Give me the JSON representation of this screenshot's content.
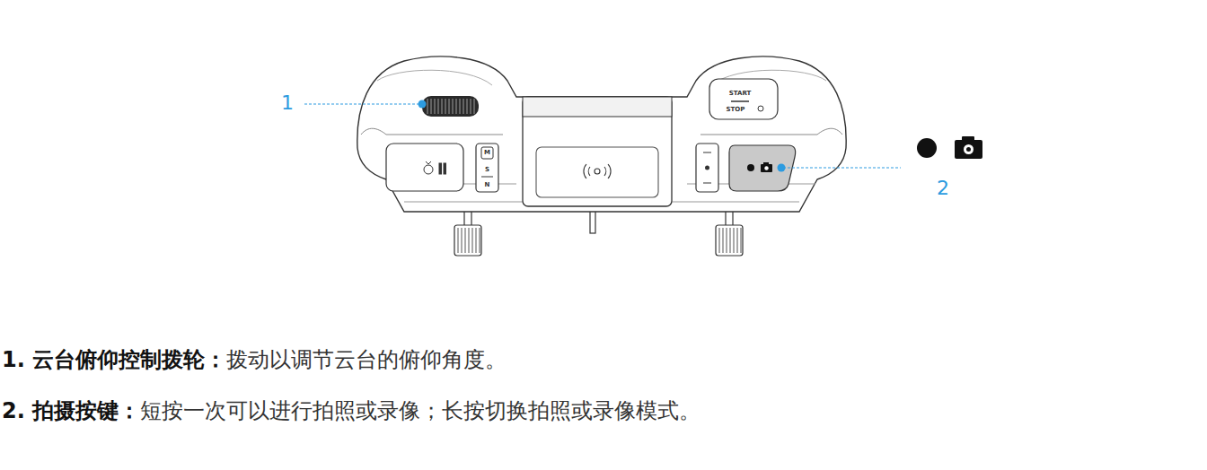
{
  "diagram": {
    "labels": [
      "1",
      "2",
      "START",
      "STOP",
      "M",
      "S",
      "N",
      "1. 云台俯仰控制拨轮：",
      "拨动以调节云台的俯仰角度。",
      "2. 拍摄按键：",
      "短按一次可以进行拍照或录像；长按切换拍照或录像模式。"
    ]
  }
}
